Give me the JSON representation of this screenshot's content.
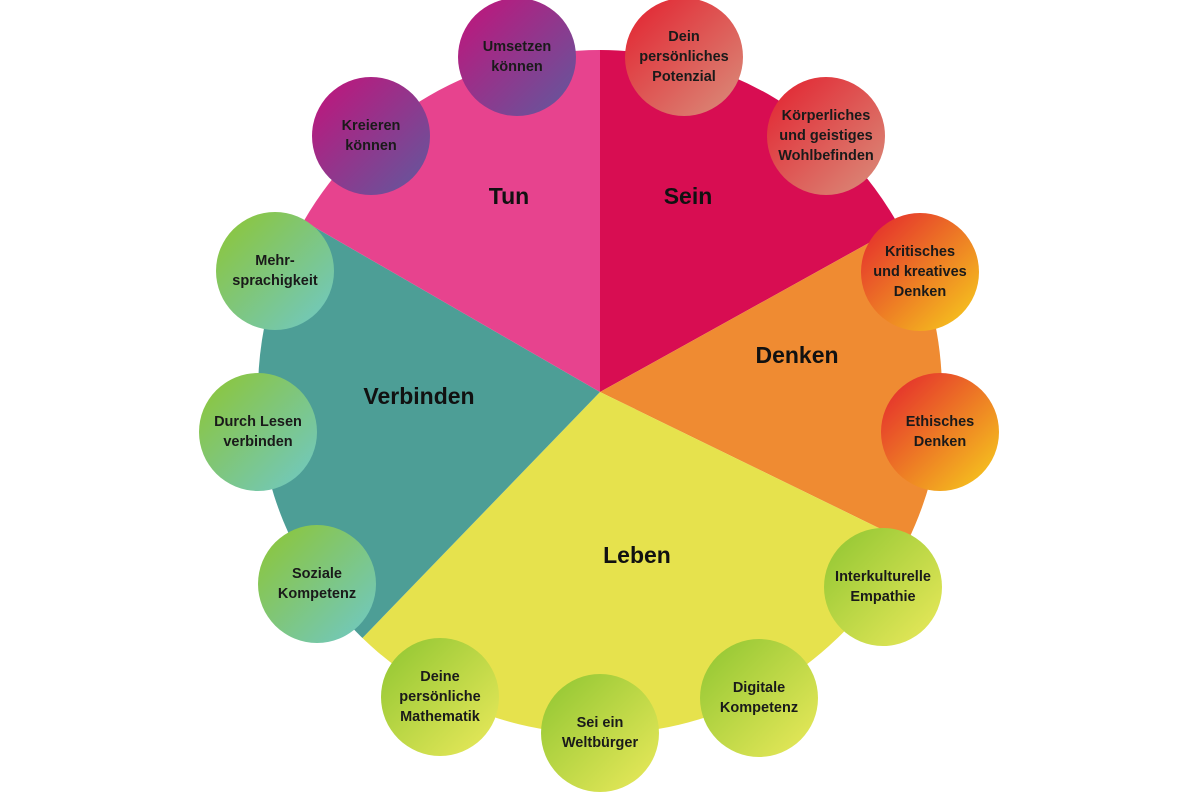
{
  "sectors": [
    {
      "id": "sein",
      "label": "Sein",
      "color": "#d80d52"
    },
    {
      "id": "denken",
      "label": "Denken",
      "color": "#ef8b32"
    },
    {
      "id": "leben",
      "label": "Leben",
      "color": "#e6e24d"
    },
    {
      "id": "verbinden",
      "label": "Verbinden",
      "color": "#4d9e96"
    },
    {
      "id": "tun",
      "label": "Tun",
      "color": "#e7438e"
    }
  ],
  "bubbles": [
    {
      "text": "Dein\npersönliches\nPotenzial",
      "sector": "sein",
      "colors": [
        "#e3202e",
        "#d98f7c"
      ]
    },
    {
      "text": "Körperliches\nund geistiges\nWohlbefinden",
      "sector": "sein",
      "colors": [
        "#e3202e",
        "#d98f7c"
      ]
    },
    {
      "text": "Kritisches\nund kreatives\nDenken",
      "sector": "denken",
      "colors": [
        "#e3202e",
        "#f7d21c"
      ]
    },
    {
      "text": "Ethisches\nDenken",
      "sector": "denken",
      "colors": [
        "#e3202e",
        "#f7d21c"
      ]
    },
    {
      "text": "Interkulturelle\nEmpathie",
      "sector": "leben",
      "colors": [
        "#8ec531",
        "#ecea5c"
      ]
    },
    {
      "text": "Digitale\nKompetenz",
      "sector": "leben",
      "colors": [
        "#8ec531",
        "#ecea5c"
      ]
    },
    {
      "text": "Sei ein\nWeltbürger",
      "sector": "leben",
      "colors": [
        "#8ec531",
        "#ecea5c"
      ]
    },
    {
      "text": "Deine\npersönliche\nMathematik",
      "sector": "leben",
      "colors": [
        "#8ec531",
        "#ecea5c"
      ]
    },
    {
      "text": "Soziale\nKompetenz",
      "sector": "verbinden",
      "colors": [
        "#8ec531",
        "#6fc8c9"
      ]
    },
    {
      "text": "Durch Lesen\nverbinden",
      "sector": "verbinden",
      "colors": [
        "#8ec531",
        "#6fc8c9"
      ]
    },
    {
      "text": "Mehr-\nsprachigkeit",
      "sector": "verbinden",
      "colors": [
        "#8ec531",
        "#6fc8c9"
      ]
    },
    {
      "text": "Kreieren\nkönnen",
      "sector": "tun",
      "colors": [
        "#c4127a",
        "#5f5a9e"
      ]
    },
    {
      "text": "Umsetzen\nkönnen",
      "sector": "tun",
      "colors": [
        "#c4127a",
        "#5f5a9e"
      ]
    }
  ]
}
